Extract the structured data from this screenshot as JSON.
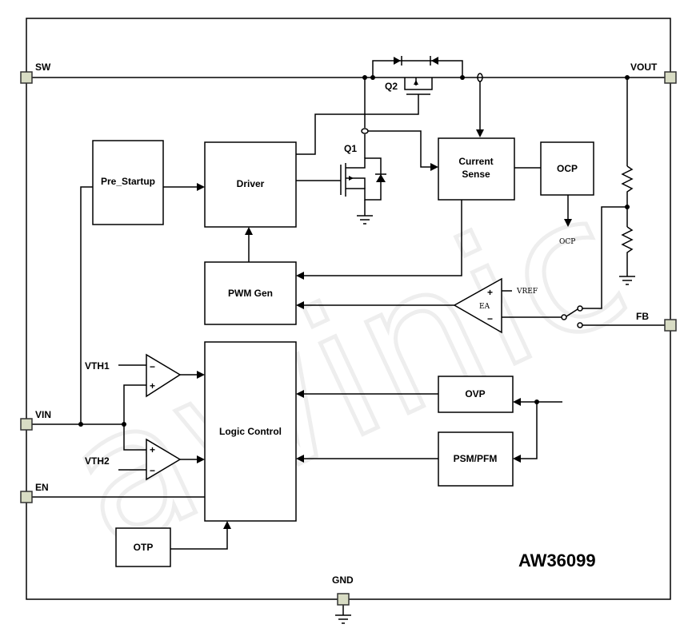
{
  "pins": {
    "sw": "SW",
    "vout": "VOUT",
    "vin": "VIN",
    "en": "EN",
    "fb": "FB",
    "gnd": "GND"
  },
  "blocks": {
    "pre_startup": "Pre_Startup",
    "driver": "Driver",
    "current_sense_1": "Current",
    "current_sense_2": "Sense",
    "ocp": "OCP",
    "pwm_gen": "PWM Gen",
    "logic_control": "Logic Control",
    "ovp": "OVP",
    "psm_pfm": "PSM/PFM",
    "otp": "OTP"
  },
  "components": {
    "q1": "Q1",
    "q2": "Q2",
    "vth1": "VTH1",
    "vth2": "VTH2",
    "vref": "VREF",
    "ea": "EA",
    "ocp_signal": "OCP",
    "plus": "+",
    "minus": "−"
  },
  "part_number": "AW36099",
  "watermark": "awinic"
}
